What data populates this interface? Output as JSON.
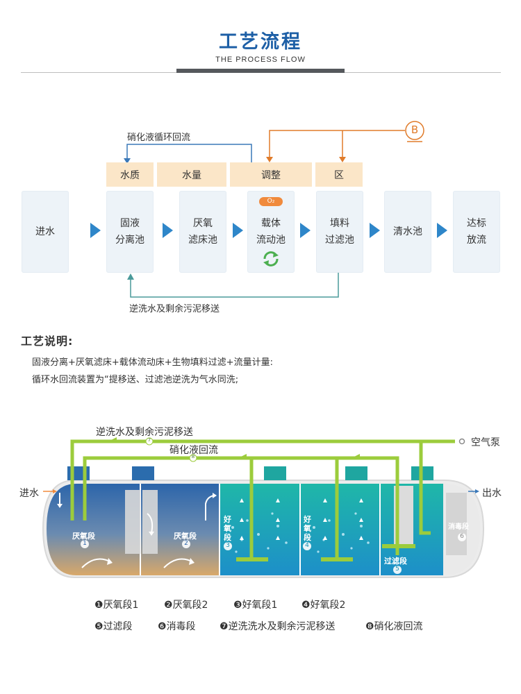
{
  "header": {
    "title": "工艺流程",
    "subtitle": "THE PROCESS FLOW"
  },
  "flow": {
    "labels": [
      "水质",
      "水量",
      "调整",
      "区"
    ],
    "inlet": "进水",
    "stages": [
      {
        "line1": "固液",
        "line2": "分离池"
      },
      {
        "line1": "厌氧",
        "line2": "滤床池"
      },
      {
        "line1": "载体",
        "line2": "流动池"
      },
      {
        "line1": "填料",
        "line2": "过滤池"
      },
      {
        "line1": "清水池",
        "line2": ""
      },
      {
        "line1": "达标",
        "line2": "放流"
      }
    ],
    "recirc_label": "硝化液循环回流",
    "backwash_label": "逆洗水及剩余污泥移送",
    "blower_symbol": "B",
    "o2_badge": "O₂"
  },
  "description": {
    "title": "工艺说明:",
    "lines": [
      "固液分离+厌氧滤床+载体流动床+生物填料过滤+流量计量:",
      "循环水回流装置为“提移送、过滤池逆洗为气水同洗;"
    ]
  },
  "tank": {
    "pipe7_label": "逆洗水及剩余污泥移送",
    "pipe7_num": "7",
    "pipe8_label": "硝化液回流",
    "pipe8_num": "8",
    "air_pump": "空气泵",
    "inlet": "进水",
    "outlet": "出水",
    "sections": [
      {
        "name": "厌氧段",
        "num": "1"
      },
      {
        "name": "厌氧段",
        "num": "2"
      },
      {
        "name": "好氧段",
        "num": "3"
      },
      {
        "name": "好氧段",
        "num": "4"
      },
      {
        "name": "过滤段",
        "num": "5"
      },
      {
        "name": "消毒段",
        "num": "6"
      }
    ]
  },
  "legend": [
    {
      "num": "❶",
      "text": "厌氧段1"
    },
    {
      "num": "❷",
      "text": "厌氧段2"
    },
    {
      "num": "❸",
      "text": "好氧段1"
    },
    {
      "num": "❹",
      "text": "好氧段2"
    },
    {
      "num": "❺",
      "text": "过滤段"
    },
    {
      "num": "❻",
      "text": "消毒段"
    },
    {
      "num": "❼",
      "text": "逆洗洗水及剩余污泥移送"
    },
    {
      "num": "❽",
      "text": "硝化液回流"
    }
  ],
  "colors": {
    "title_blue": "#1d5fa6",
    "arrow_blue": "#2e86c9",
    "label_fill": "#fbe6c8",
    "orange_line": "#e07b2a",
    "teal_line": "#4a9a9a",
    "pipe_green": "#9ccc3c",
    "anaerobic_blue": "#2f6fb0",
    "aerobic_teal": "#1a9fbd",
    "sludge": "#d4a36a"
  }
}
